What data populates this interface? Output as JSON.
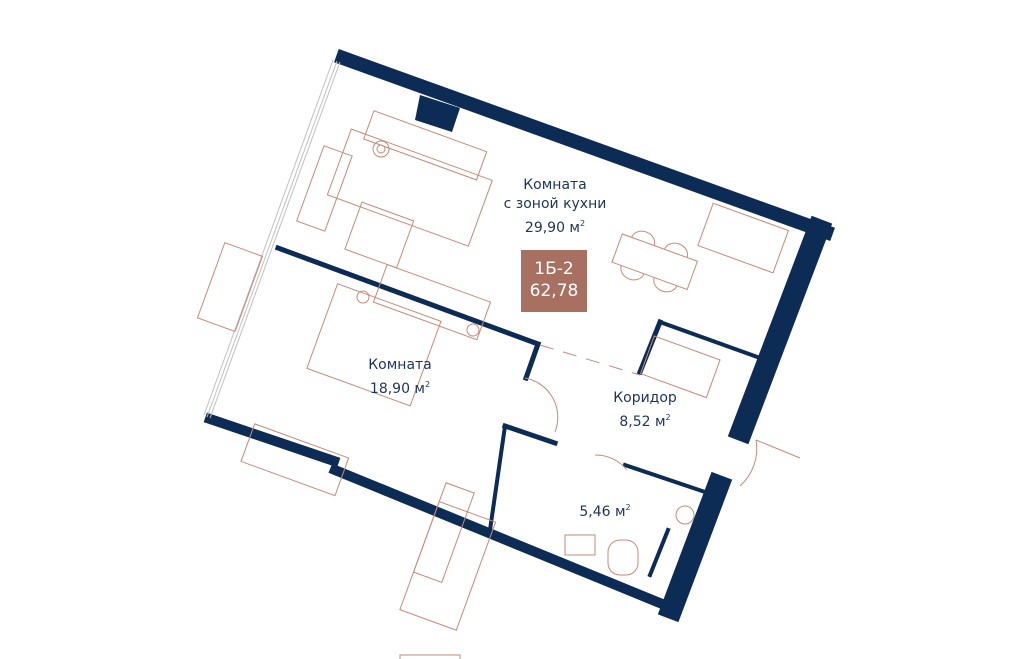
{
  "apartment": {
    "code": "1Б-2",
    "total_area": "62,78"
  },
  "rooms": [
    {
      "name": "Комната",
      "name2": "с зоной кухни",
      "area": "29,90 м",
      "unit_sup": "2"
    },
    {
      "name": "Комната",
      "area": "18,90 м",
      "unit_sup": "2"
    },
    {
      "name": "Коридор",
      "area": "8,52 м",
      "unit_sup": "2"
    },
    {
      "area": "5,46 м",
      "unit_sup": "2"
    }
  ],
  "colors": {
    "wall": "#0c2c55",
    "furniture": "#c58a78",
    "badge": "#a87060"
  }
}
